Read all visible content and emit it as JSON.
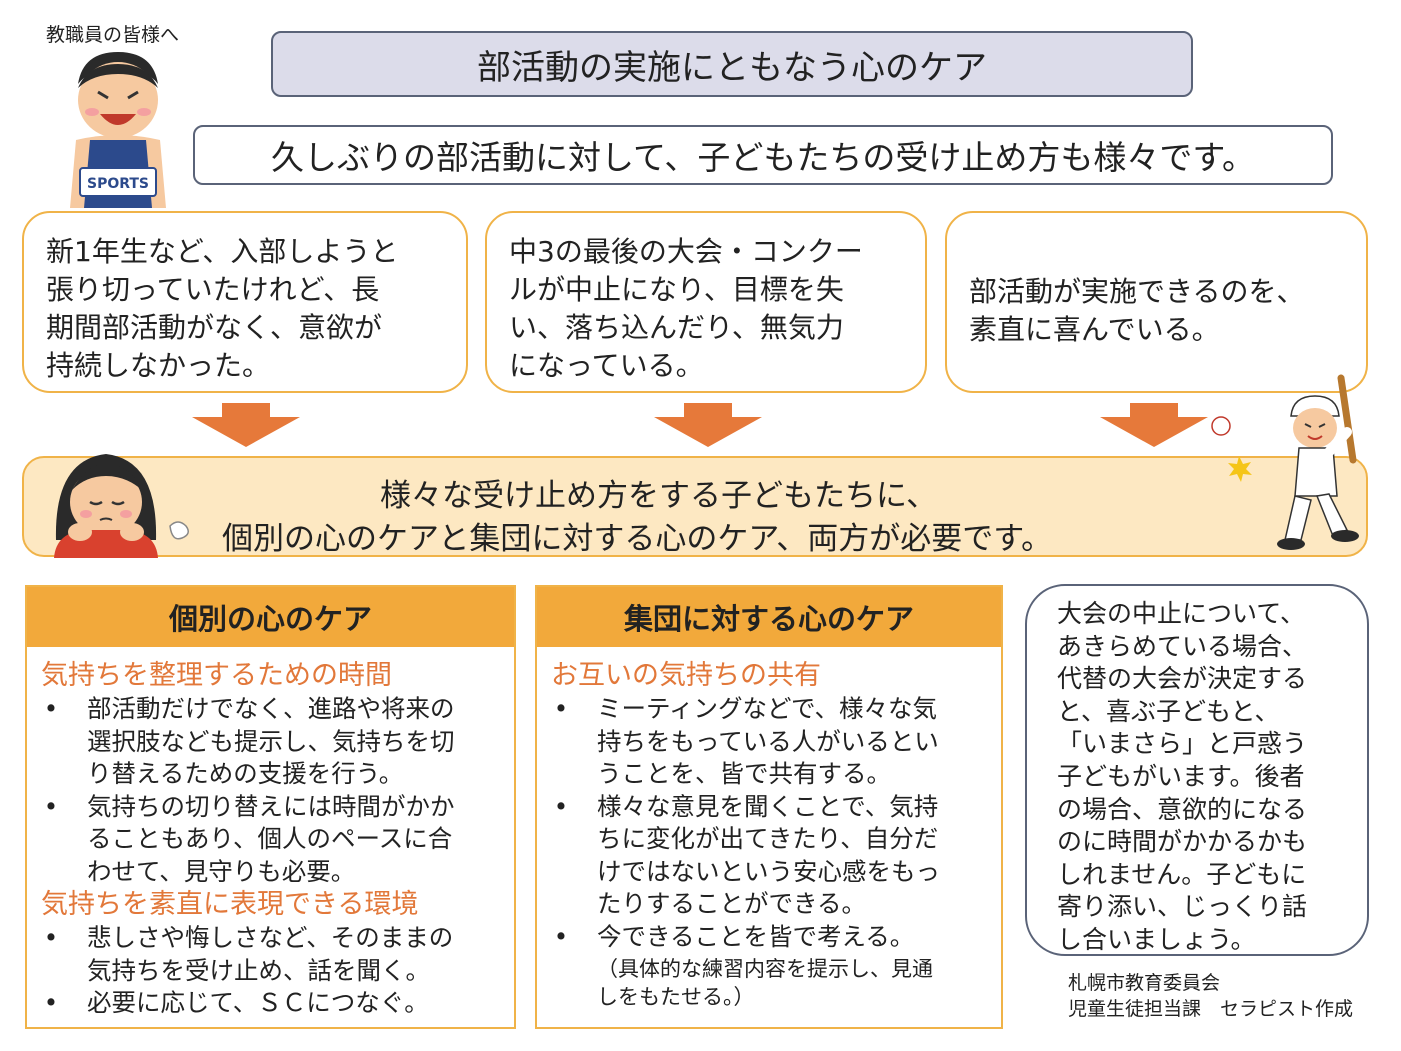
{
  "audience": "教職員の皆様へ",
  "title": "部活動の実施にともなう心のケア",
  "subtitle": "久しぶりの部活動に対して、子どもたちの受け止め方も様々です。",
  "cases": [
    {
      "lines": [
        "新1年生など、入部しようと",
        "張り切っていたけれど、長",
        "期間部活動がなく、意欲が",
        "持続しなかった。"
      ]
    },
    {
      "lines": [
        "中3の最後の大会・コンクー",
        "ルが中止になり、目標を失",
        "い、落ち込んだり、無気力",
        "になっている。"
      ]
    },
    {
      "lines": [
        "部活動が実施できるのを、",
        "素直に喜んでいる。"
      ]
    }
  ],
  "banner": {
    "line1": "様々な受け止め方をする子どもたちに、",
    "line2": "個別の心のケアと集団に対する心のケア、両方が必要です。"
  },
  "individual_care": {
    "heading": "個別の心のケア",
    "sections": [
      {
        "title": "気持ちを整理するための時間",
        "bullets": [
          [
            "部活動だけでなく、進路や将来の",
            "選択肢なども提示し、気持ちを切",
            "り替えるための支援を行う。"
          ],
          [
            "気持ちの切り替えには時間がかか",
            "ることもあり、個人のペースに合",
            "わせて、見守りも必要。"
          ]
        ]
      },
      {
        "title": "気持ちを素直に表現できる環境",
        "bullets": [
          [
            "悲しさや悔しさなど、そのままの",
            "気持ちを受け止め、話を聞く。"
          ],
          [
            "必要に応じて、ＳＣにつなぐ。"
          ]
        ]
      }
    ]
  },
  "group_care": {
    "heading": "集団に対する心のケア",
    "section_title": "お互いの気持ちの共有",
    "bullets": [
      [
        "ミーティングなどで、様々な気",
        "持ちをもっている人がいるとい",
        "うことを、皆で共有する。"
      ],
      [
        "様々な意見を聞くことで、気持",
        "ちに変化が出てきたり、自分だ",
        "けではないという安心感をもっ",
        "たりすることができる。"
      ],
      [
        "今できることを皆で考える。"
      ]
    ],
    "note": [
      "（具体的な練習内容を提示し、見通",
      "しをもたせる。）"
    ]
  },
  "side_note": {
    "lines": [
      "大会の中止について、",
      "あきらめている場合、",
      "代替の大会が決定する",
      "と、喜ぶ子どもと、",
      "「いまさら」と戸惑う",
      "子どもがいます。後者",
      "の場合、意欲的になる",
      "のに時間がかかるかも",
      "しれません。子どもに",
      "寄り添い、じっくり話",
      "し合いましょう。"
    ]
  },
  "credit": {
    "line1": "札幌市教育委員会",
    "line2": "児童生徒担当課　セラピスト作成"
  },
  "sign_text": "SPORTS",
  "bullet_glyph": "•",
  "colors": {
    "orange_border": "#f0b348",
    "header_orange": "#f2a93b",
    "banner_fill": "#fde8c2",
    "section_title": "#e2783a",
    "arrow": "#e6793a",
    "title_fill": "#dcdcea",
    "navy_border": "#5a6378"
  }
}
